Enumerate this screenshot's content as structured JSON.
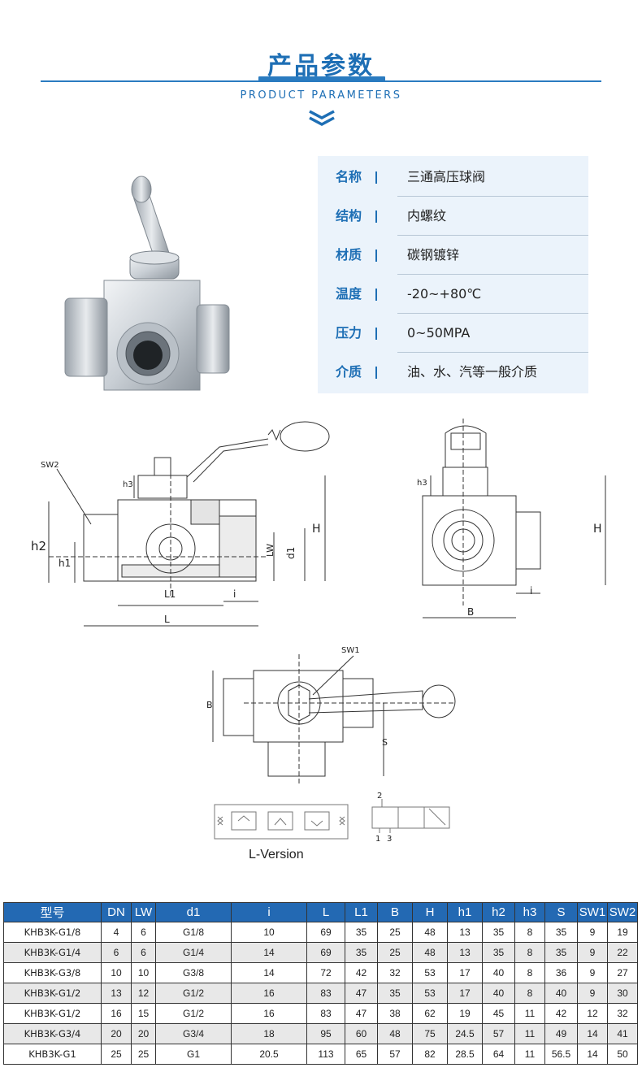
{
  "header": {
    "title": "产品参数",
    "subtitle": "PRODUCT PARAMETERS"
  },
  "colors": {
    "brand_blue": "#1e6fb5",
    "table_header": "#2369b3",
    "param_bg": "#ebf3fb",
    "row_alt": "#e8e8e8"
  },
  "params": [
    {
      "label": "名称",
      "value": "三通高压球阀"
    },
    {
      "label": "结构",
      "value": "内螺纹"
    },
    {
      "label": "材质",
      "value": "碳钢镀锌"
    },
    {
      "label": "温度",
      "value": "-20~+80℃"
    },
    {
      "label": "压力",
      "value": "0~50MPA"
    },
    {
      "label": "介质",
      "value": "油、水、汽等一般介质"
    }
  ],
  "drawing_labels": {
    "sw2": "SW2",
    "h2": "h2",
    "h1": "h1",
    "h3": "h3",
    "H": "H",
    "LW": "LW",
    "d1": "d1",
    "L1": "L1",
    "L": "L",
    "i": "i",
    "B": "B",
    "SW1": "SW1",
    "S": "S",
    "port_2": "2",
    "port_1": "1",
    "port_3": "3"
  },
  "version_label": "L-Version",
  "spec_table": {
    "headers": [
      "型号",
      "DN",
      "LW",
      "d1",
      "i",
      "L",
      "L1",
      "B",
      "H",
      "h1",
      "h2",
      "h3",
      "S",
      "SW1",
      "SW2"
    ],
    "rows": [
      [
        "KHB3K-G1/8",
        "4",
        "6",
        "G1/8",
        "10",
        "69",
        "35",
        "25",
        "48",
        "13",
        "35",
        "8",
        "35",
        "9",
        "19"
      ],
      [
        "KHB3K-G1/4",
        "6",
        "6",
        "G1/4",
        "14",
        "69",
        "35",
        "25",
        "48",
        "13",
        "35",
        "8",
        "35",
        "9",
        "22"
      ],
      [
        "KHB3K-G3/8",
        "10",
        "10",
        "G3/8",
        "14",
        "72",
        "42",
        "32",
        "53",
        "17",
        "40",
        "8",
        "36",
        "9",
        "27"
      ],
      [
        "KHB3K-G1/2",
        "13",
        "12",
        "G1/2",
        "16",
        "83",
        "47",
        "35",
        "53",
        "17",
        "40",
        "8",
        "40",
        "9",
        "30"
      ],
      [
        "KHB3K-G1/2",
        "16",
        "15",
        "G1/2",
        "16",
        "83",
        "47",
        "38",
        "62",
        "19",
        "45",
        "11",
        "42",
        "12",
        "32"
      ],
      [
        "KHB3K-G3/4",
        "20",
        "20",
        "G3/4",
        "18",
        "95",
        "60",
        "48",
        "75",
        "24.5",
        "57",
        "11",
        "49",
        "14",
        "41"
      ],
      [
        "KHB3K-G1",
        "25",
        "25",
        "G1",
        "20.5",
        "113",
        "65",
        "57",
        "82",
        "28.5",
        "64",
        "11",
        "56.5",
        "14",
        "50"
      ]
    ]
  }
}
